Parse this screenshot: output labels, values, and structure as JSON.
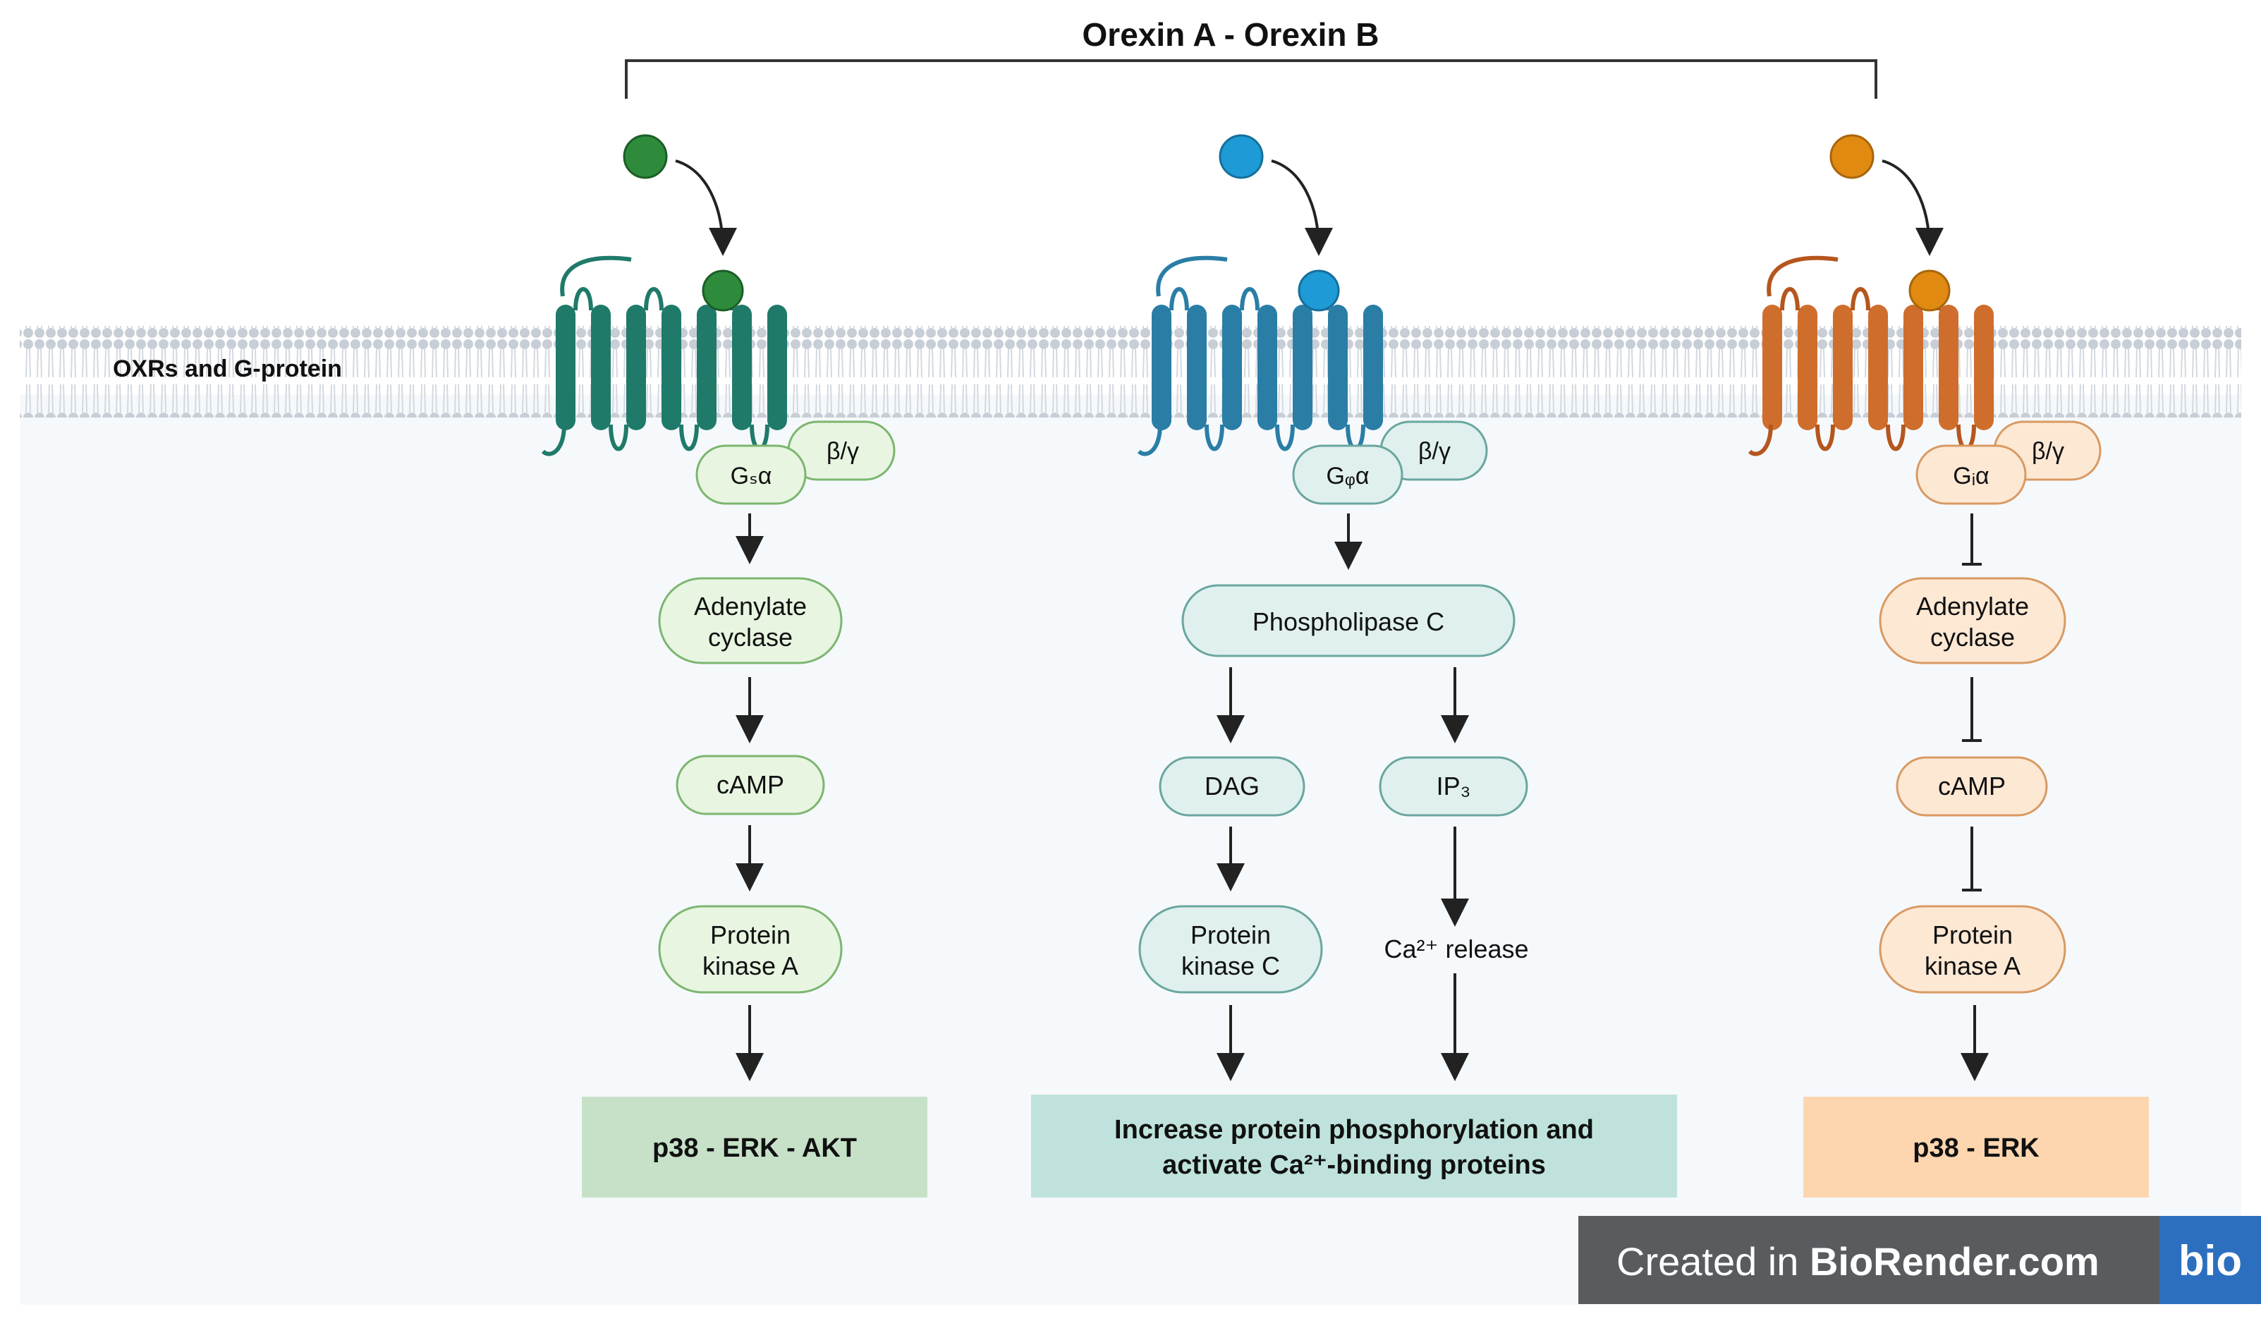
{
  "title": "Orexin A - Orexin B",
  "membrane_label": "OXRs and G-protein",
  "colors": {
    "green": {
      "receptor": "#1f7a6a",
      "ligand": "#2e8b3c",
      "node_fill": "#e8f5e1",
      "node_stroke": "#7cb66f",
      "outcome_fill": "#c6e1c8"
    },
    "teal": {
      "receptor": "#2a7ea6",
      "ligand": "#1e9ad6",
      "node_fill": "#dff0ee",
      "node_stroke": "#6aa6a0",
      "outcome_fill": "#bfe3dc"
    },
    "orange": {
      "receptor": "#cf6e2c",
      "ligand": "#e08a12",
      "node_fill": "#fde8d4",
      "node_stroke": "#d89a63",
      "outcome_fill": "#fdd6b0"
    },
    "membrane": "#c7ced6",
    "cytoplasm": "#f6f9fc"
  },
  "pathways": {
    "left": {
      "g_alpha": "Gₛα",
      "beta_gamma": "β/γ",
      "step1": [
        "Adenylate",
        "cyclase"
      ],
      "step2": "cAMP",
      "step3": [
        "Protein",
        "kinase A"
      ],
      "outcome": "p38 - ERK - AKT"
    },
    "middle": {
      "g_alpha": "Gᵩα",
      "beta_gamma": "β/γ",
      "step1": "Phospholipase C",
      "branch_a": "DAG",
      "branch_a_next": [
        "Protein",
        "kinase C"
      ],
      "branch_b": "IP₃",
      "branch_b_next": "Ca²⁺ release",
      "outcome": [
        "Increase protein phosphorylation and",
        "activate Ca²⁺-binding proteins"
      ]
    },
    "right": {
      "g_alpha": "Gᵢα",
      "beta_gamma": "β/γ",
      "step1": [
        "Adenylate",
        "cyclase"
      ],
      "step2": "cAMP",
      "step3": [
        "Protein",
        "kinase A"
      ],
      "outcome": "p38 - ERK"
    }
  },
  "watermark": {
    "prefix": "Created in ",
    "brand": "BioRender.com",
    "logo": "bio"
  }
}
